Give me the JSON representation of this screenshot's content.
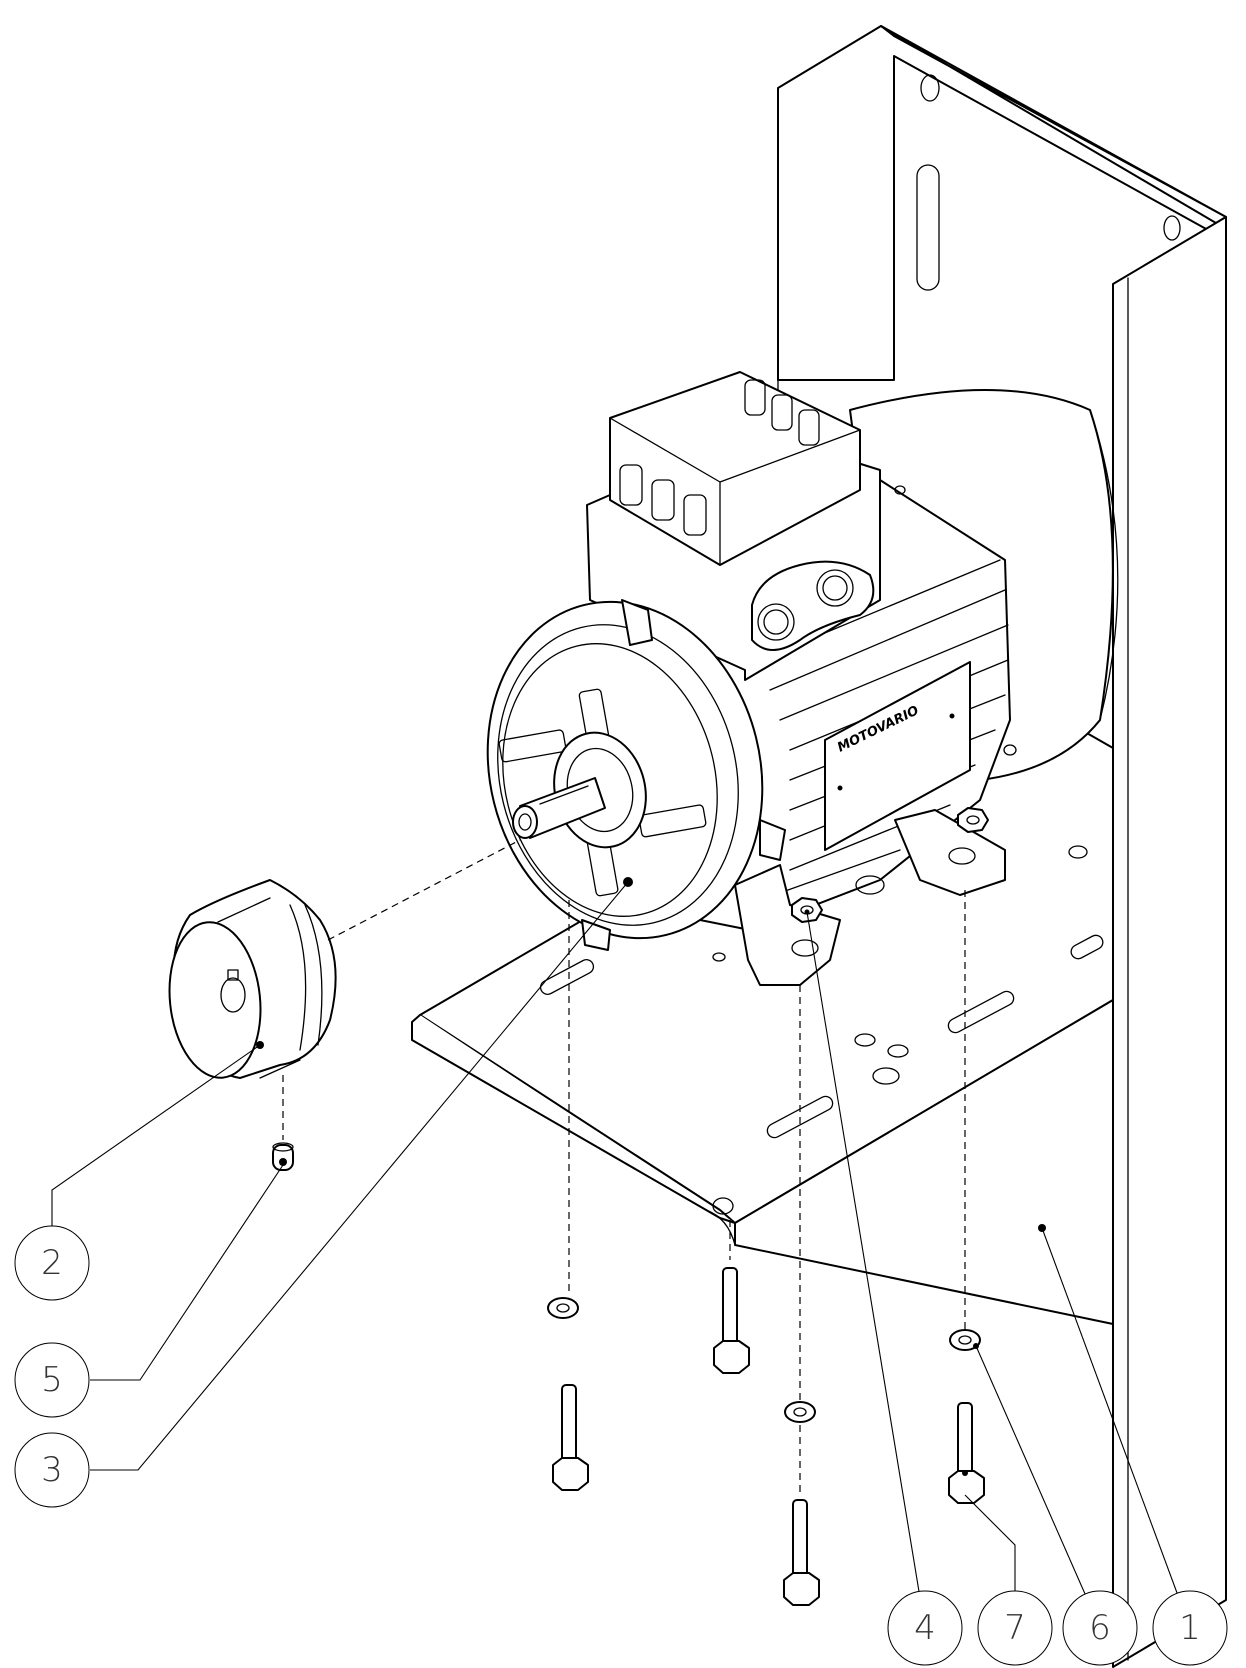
{
  "diagram": {
    "brand": "MOTOVARIO",
    "callouts": [
      {
        "id": "balloon-1",
        "label": "1"
      },
      {
        "id": "balloon-2",
        "label": "2"
      },
      {
        "id": "balloon-3",
        "label": "3"
      },
      {
        "id": "balloon-4",
        "label": "4"
      },
      {
        "id": "balloon-5",
        "label": "5"
      },
      {
        "id": "balloon-6",
        "label": "6"
      },
      {
        "id": "balloon-7",
        "label": "7"
      }
    ]
  }
}
